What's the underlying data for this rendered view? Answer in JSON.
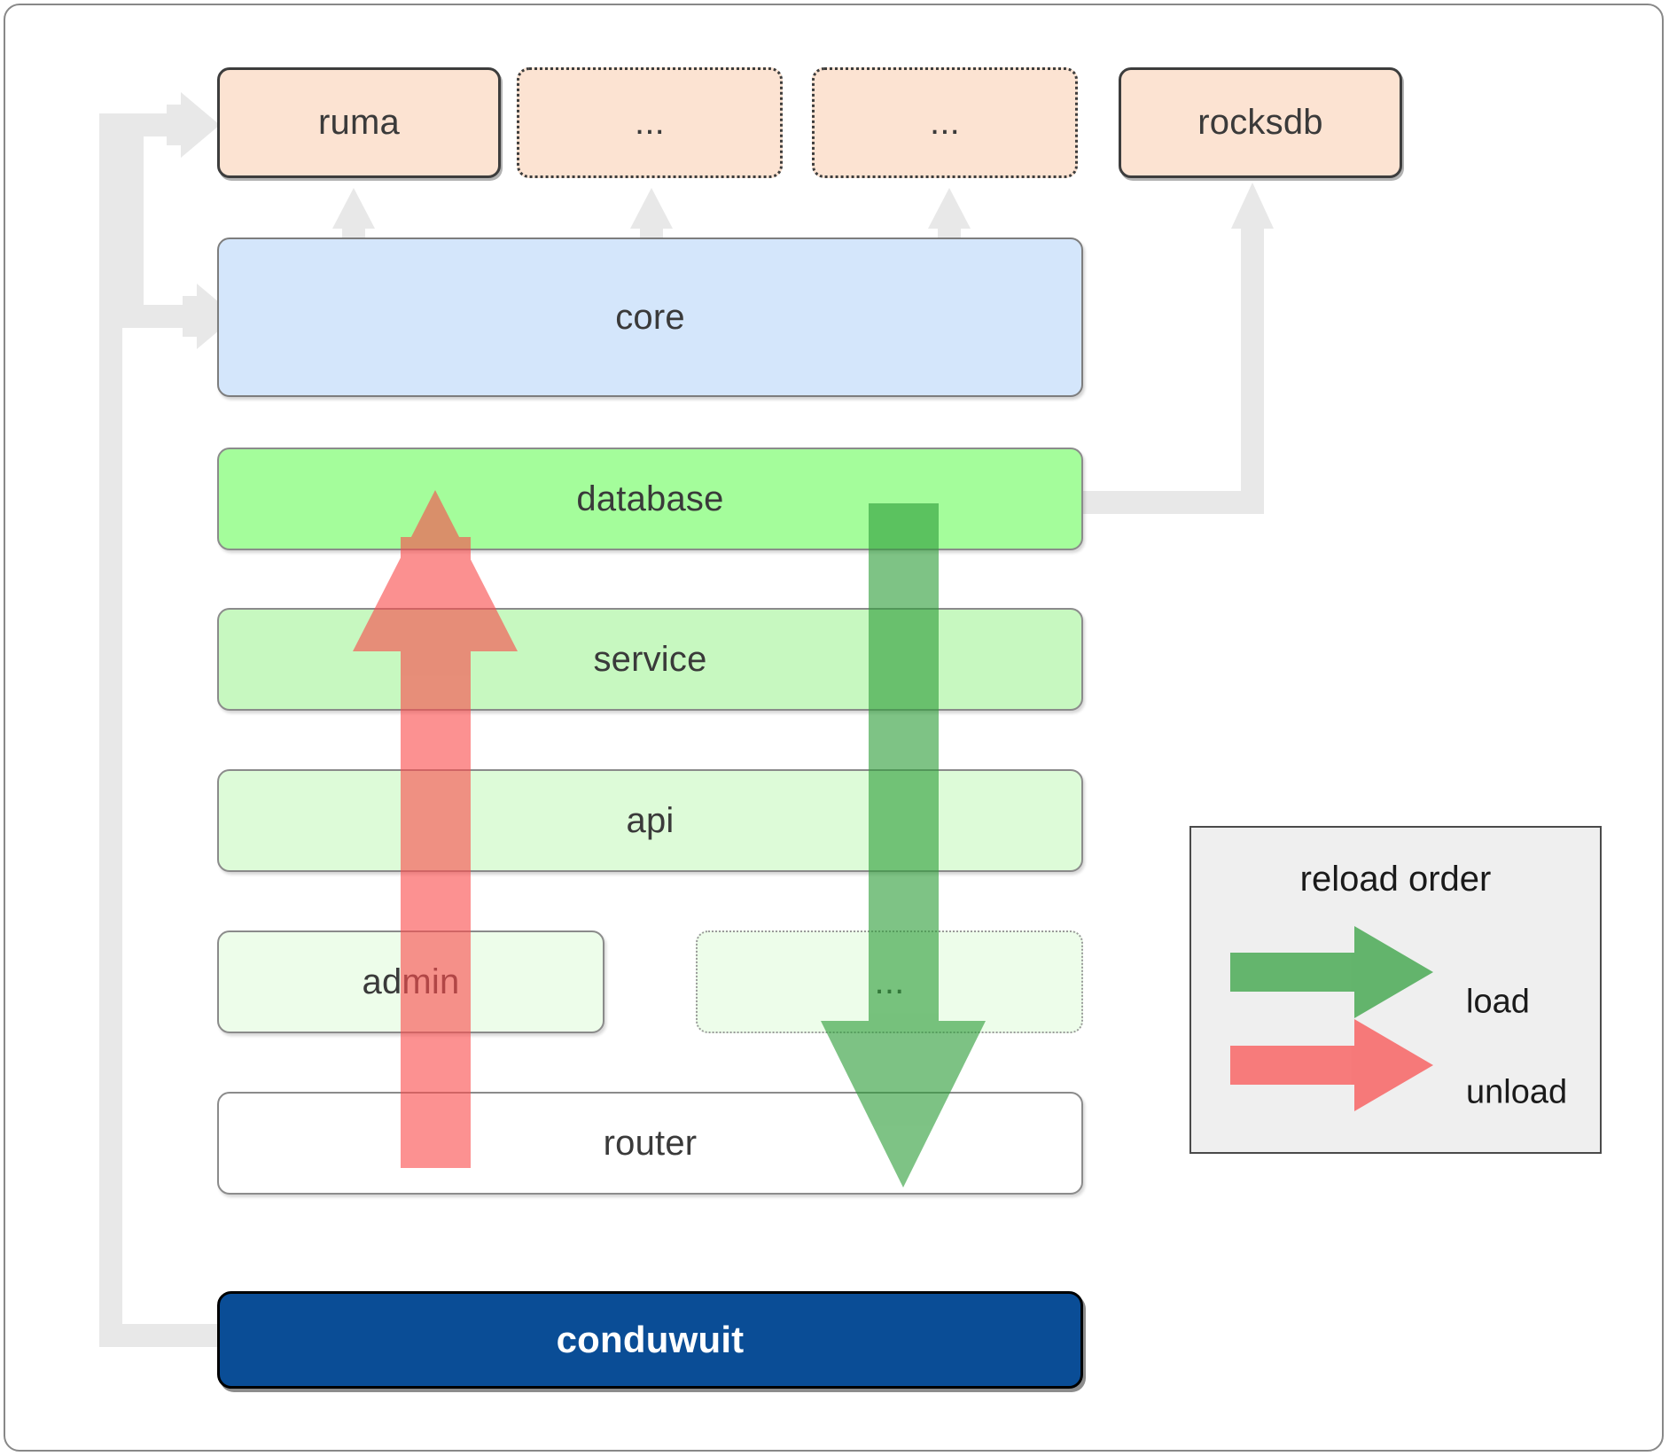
{
  "diagram": {
    "title": "conduwuit module / crate layering and reload order",
    "colors": {
      "canvas_border": "#888888",
      "dependency_fill": "#fce3d2",
      "dependency_stroke": "#3d3d3d",
      "core_fill": "#d4e6fb",
      "core_stroke": "#7d7d7d",
      "database_fill": "#a4fd9b",
      "service_fill": "#c7f8c0",
      "api_fill": "#ddfbd8",
      "admin_fill": "#edfdea",
      "router_fill": "#ffffff",
      "layer_stroke": "#8b8b8b",
      "app_fill": "#0a4d96",
      "app_stroke": "#000000",
      "app_text": "#ffffff",
      "connector_gray": "#e8e8e8",
      "load_green": "#4caf50",
      "unload_red": "#fa7a7a",
      "legend_fill": "#efefef",
      "legend_stroke": "#4a4a4a",
      "label_text": "#3a3a3a"
    },
    "dependencies": [
      {
        "id": "ruma",
        "label": "ruma",
        "style": "solid"
      },
      {
        "id": "dots-1",
        "label": "...",
        "style": "dotted"
      },
      {
        "id": "dots-2",
        "label": "...",
        "style": "dotted"
      },
      {
        "id": "rocksdb",
        "label": "rocksdb",
        "style": "solid"
      }
    ],
    "core": {
      "id": "core",
      "label": "core"
    },
    "layers": [
      {
        "id": "database",
        "label": "database",
        "style": "solid"
      },
      {
        "id": "service",
        "label": "service",
        "style": "solid"
      },
      {
        "id": "api",
        "label": "api",
        "style": "solid"
      },
      {
        "id": "admin",
        "label": "admin",
        "style": "solid"
      },
      {
        "id": "dots-3",
        "label": "...",
        "style": "dotted"
      },
      {
        "id": "router",
        "label": "router",
        "style": "solid"
      }
    ],
    "app": {
      "id": "conduwuit",
      "label": "conduwuit"
    },
    "legend": {
      "title": "reload order",
      "entries": [
        {
          "id": "load",
          "label": "load",
          "color": "#4caf50"
        },
        {
          "id": "unload",
          "label": "unload",
          "color": "#fa7a7a"
        }
      ]
    },
    "flows": [
      {
        "id": "load-flow",
        "label": "load",
        "direction": "down",
        "from": "database",
        "to": "router"
      },
      {
        "id": "unload-flow",
        "label": "unload",
        "direction": "up",
        "from": "router",
        "to": "database"
      }
    ]
  }
}
